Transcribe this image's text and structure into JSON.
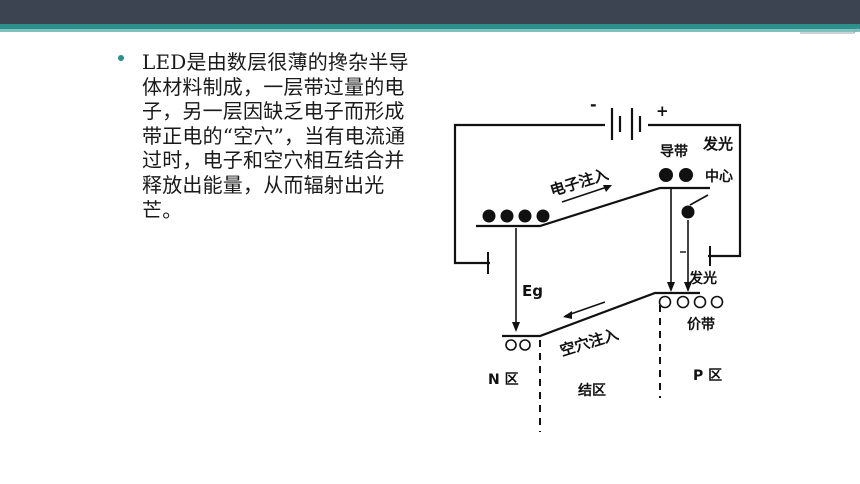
{
  "slide": {
    "bullet_text": "LED是由数层很薄的搀杂半导体材料制成，一层带过量的电子，另一层因缺乏电子而形成带正电的“空穴”，当有电流通过时，电子和空穴相互结合并释放出能量，从而辐射出光芒。"
  },
  "diagram": {
    "battery_minus": "-",
    "battery_plus": "+",
    "conduction_band": "导带",
    "emit_light_top": "发光",
    "center": "中心",
    "electron_injection": "电子注入",
    "eg": "Eg",
    "emit_light_bottom": "发光",
    "valence_band": "价带",
    "hole_injection": "空穴注入",
    "n_region": "N 区",
    "junction_region": "结区",
    "p_region": "P 区"
  },
  "colors": {
    "topbar": "#3d4451",
    "accent": "#2d8f8a"
  }
}
